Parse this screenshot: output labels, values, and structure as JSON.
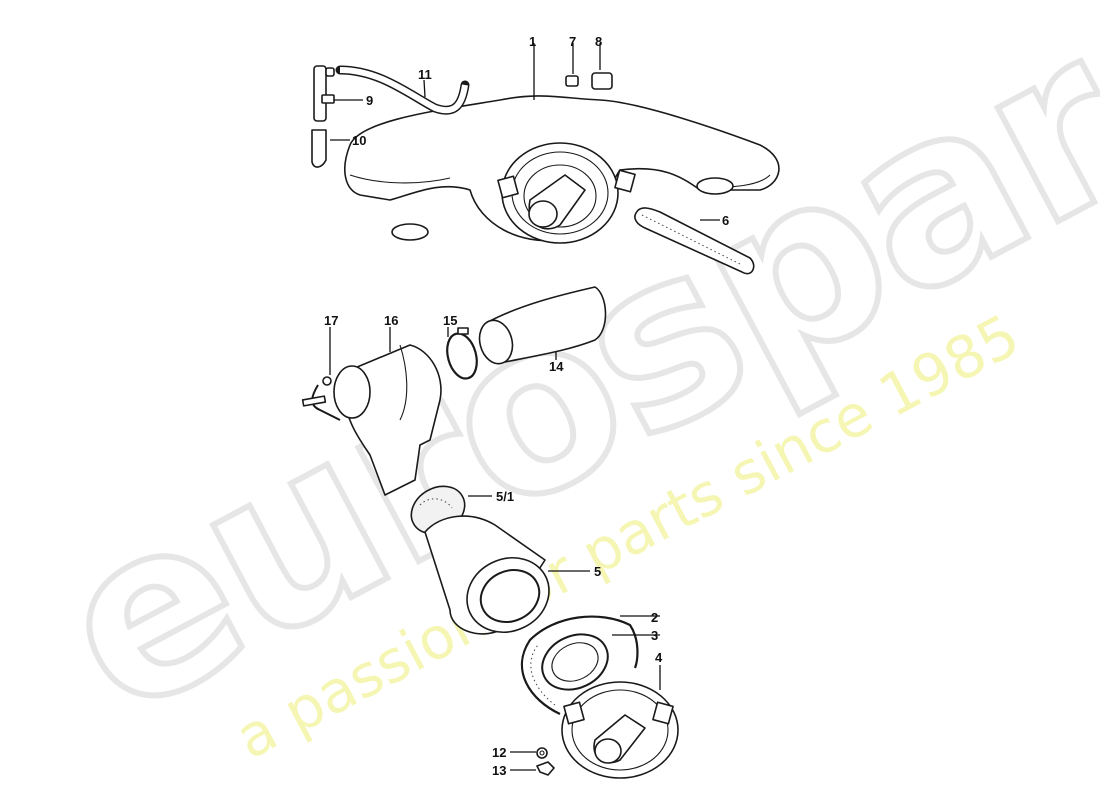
{
  "diagram": {
    "subject": "Air cleaner assembly exploded parts view",
    "line_color": "#1a1a1a",
    "background": "#ffffff"
  },
  "watermark": {
    "brand": "eurospares",
    "tagline": "a passion for parts since 1985",
    "brand_color": "#e6e6e6",
    "tagline_color": "#f6f6b4"
  },
  "callouts": [
    {
      "id": "1",
      "label": "1"
    },
    {
      "id": "2",
      "label": "2"
    },
    {
      "id": "3",
      "label": "3"
    },
    {
      "id": "4",
      "label": "4"
    },
    {
      "id": "5",
      "label": "5"
    },
    {
      "id": "5_1",
      "label": "5/1"
    },
    {
      "id": "6",
      "label": "6"
    },
    {
      "id": "7",
      "label": "7"
    },
    {
      "id": "8",
      "label": "8"
    },
    {
      "id": "9",
      "label": "9"
    },
    {
      "id": "10",
      "label": "10"
    },
    {
      "id": "11",
      "label": "11"
    },
    {
      "id": "12",
      "label": "12"
    },
    {
      "id": "13",
      "label": "13"
    },
    {
      "id": "14",
      "label": "14"
    },
    {
      "id": "15",
      "label": "15"
    },
    {
      "id": "16",
      "label": "16"
    },
    {
      "id": "17",
      "label": "17"
    }
  ]
}
